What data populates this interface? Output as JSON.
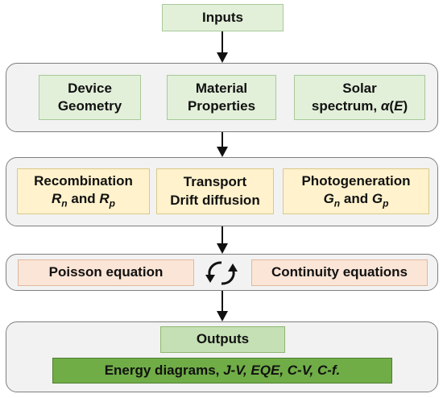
{
  "inputs": {
    "title": "Inputs",
    "boxes": [
      {
        "line1": "Device",
        "line2": "Geometry"
      },
      {
        "line1": "Material",
        "line2": "Properties"
      },
      {
        "line1": "Solar",
        "line2": "spectrum, ",
        "symbol": "α(E)"
      }
    ]
  },
  "physics": {
    "recombination": {
      "label": "Recombination",
      "formula": "R_n and R_p"
    },
    "transport": {
      "line1": "Transport",
      "line2": "Drift diffusion"
    },
    "photogeneration": {
      "label": "Photogeneration",
      "formula": "G_n and G_p"
    }
  },
  "solver": {
    "poisson": "Poisson equation",
    "continuity": "Continuity equations"
  },
  "outputs": {
    "title": "Outputs",
    "list_prefix": "Energy diagrams, ",
    "list_items": "J-V, EQE, C-V, C-f."
  }
}
